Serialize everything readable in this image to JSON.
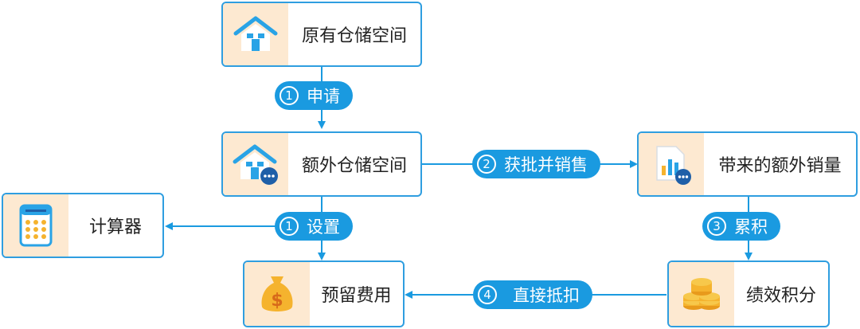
{
  "nodes": {
    "original_storage": "原有仓储空间",
    "extra_storage": "额外仓储空间",
    "extra_sales": "带来的额外销量",
    "calculator": "计算器",
    "reserved_fee": "预留费用",
    "performance_points": "绩效积分"
  },
  "steps": {
    "apply": {
      "num": "1",
      "label": "申请"
    },
    "setup": {
      "num": "1",
      "label": "设置"
    },
    "approved_sell": {
      "num": "2",
      "label": "获批并销售"
    },
    "accumulate": {
      "num": "3",
      "label": "累积"
    },
    "deduct": {
      "num": "4",
      "label": "直接抵扣"
    }
  },
  "icons": {
    "original_storage": "house-icon",
    "extra_storage": "house-chat-icon",
    "extra_sales": "bar-chart-document-icon",
    "calculator": "calculator-icon",
    "reserved_fee": "money-bag-icon",
    "performance_points": "coin-stack-icon"
  },
  "colors": {
    "border": "#2f9ee0",
    "pill": "#1a9ae0",
    "icon_background": "#fde9d1"
  }
}
